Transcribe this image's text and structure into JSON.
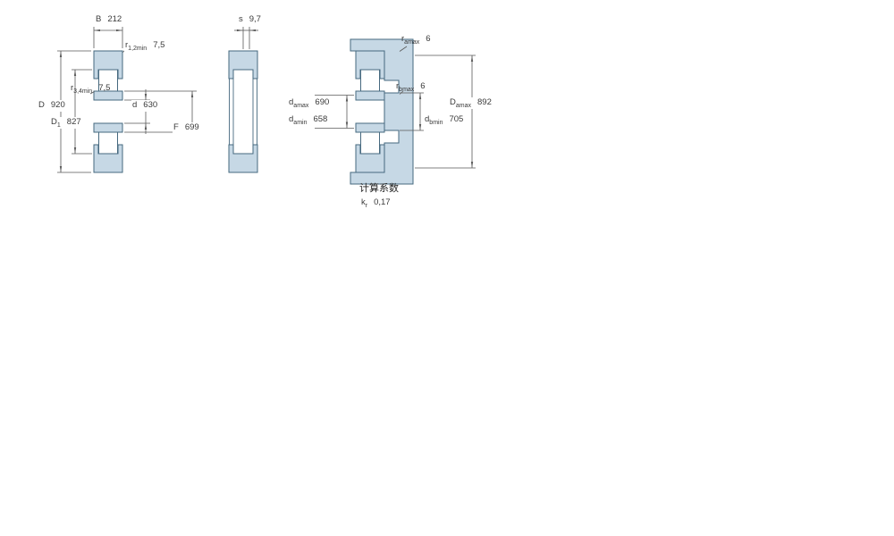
{
  "colors": {
    "part_fill": "#c6d8e5",
    "part_stroke": "#46697f",
    "dim_line": "#5a5a5a",
    "label_text": "#3a3a3a",
    "canvas_bg": "#ffffff"
  },
  "views": {
    "front_section": {
      "labels": {
        "B": {
          "sym": "B",
          "sub": "",
          "val": "212"
        },
        "r12": {
          "sym": "r",
          "sub": "1,2min",
          "val": "7,5"
        },
        "r34": {
          "sym": "r",
          "sub": "3,4min",
          "val": "7,5"
        },
        "D": {
          "sym": "D",
          "sub": "",
          "val": "920"
        },
        "D1": {
          "sym": "D",
          "sub": "1",
          "val": "827"
        },
        "d": {
          "sym": "d",
          "sub": "",
          "val": "630"
        },
        "F": {
          "sym": "F",
          "sub": "",
          "val": "699"
        }
      }
    },
    "side_section": {
      "labels": {
        "s": {
          "sym": "s",
          "sub": "",
          "val": "9,7"
        }
      }
    },
    "mounting": {
      "labels": {
        "ra": {
          "sym": "r",
          "sub": "amax",
          "val": "6"
        },
        "rb": {
          "sym": "r",
          "sub": "bmax",
          "val": "6"
        },
        "damax": {
          "sym": "d",
          "sub": "amax",
          "val": "690"
        },
        "damin": {
          "sym": "d",
          "sub": "amin",
          "val": "658"
        },
        "Damax": {
          "sym": "D",
          "sub": "amax",
          "val": "892"
        },
        "dbmin": {
          "sym": "d",
          "sub": "bmin",
          "val": "705"
        }
      }
    },
    "calculation_factors": {
      "heading": "计算系数",
      "kr": {
        "sym": "k",
        "sub": "r",
        "val": "0,17"
      }
    }
  }
}
